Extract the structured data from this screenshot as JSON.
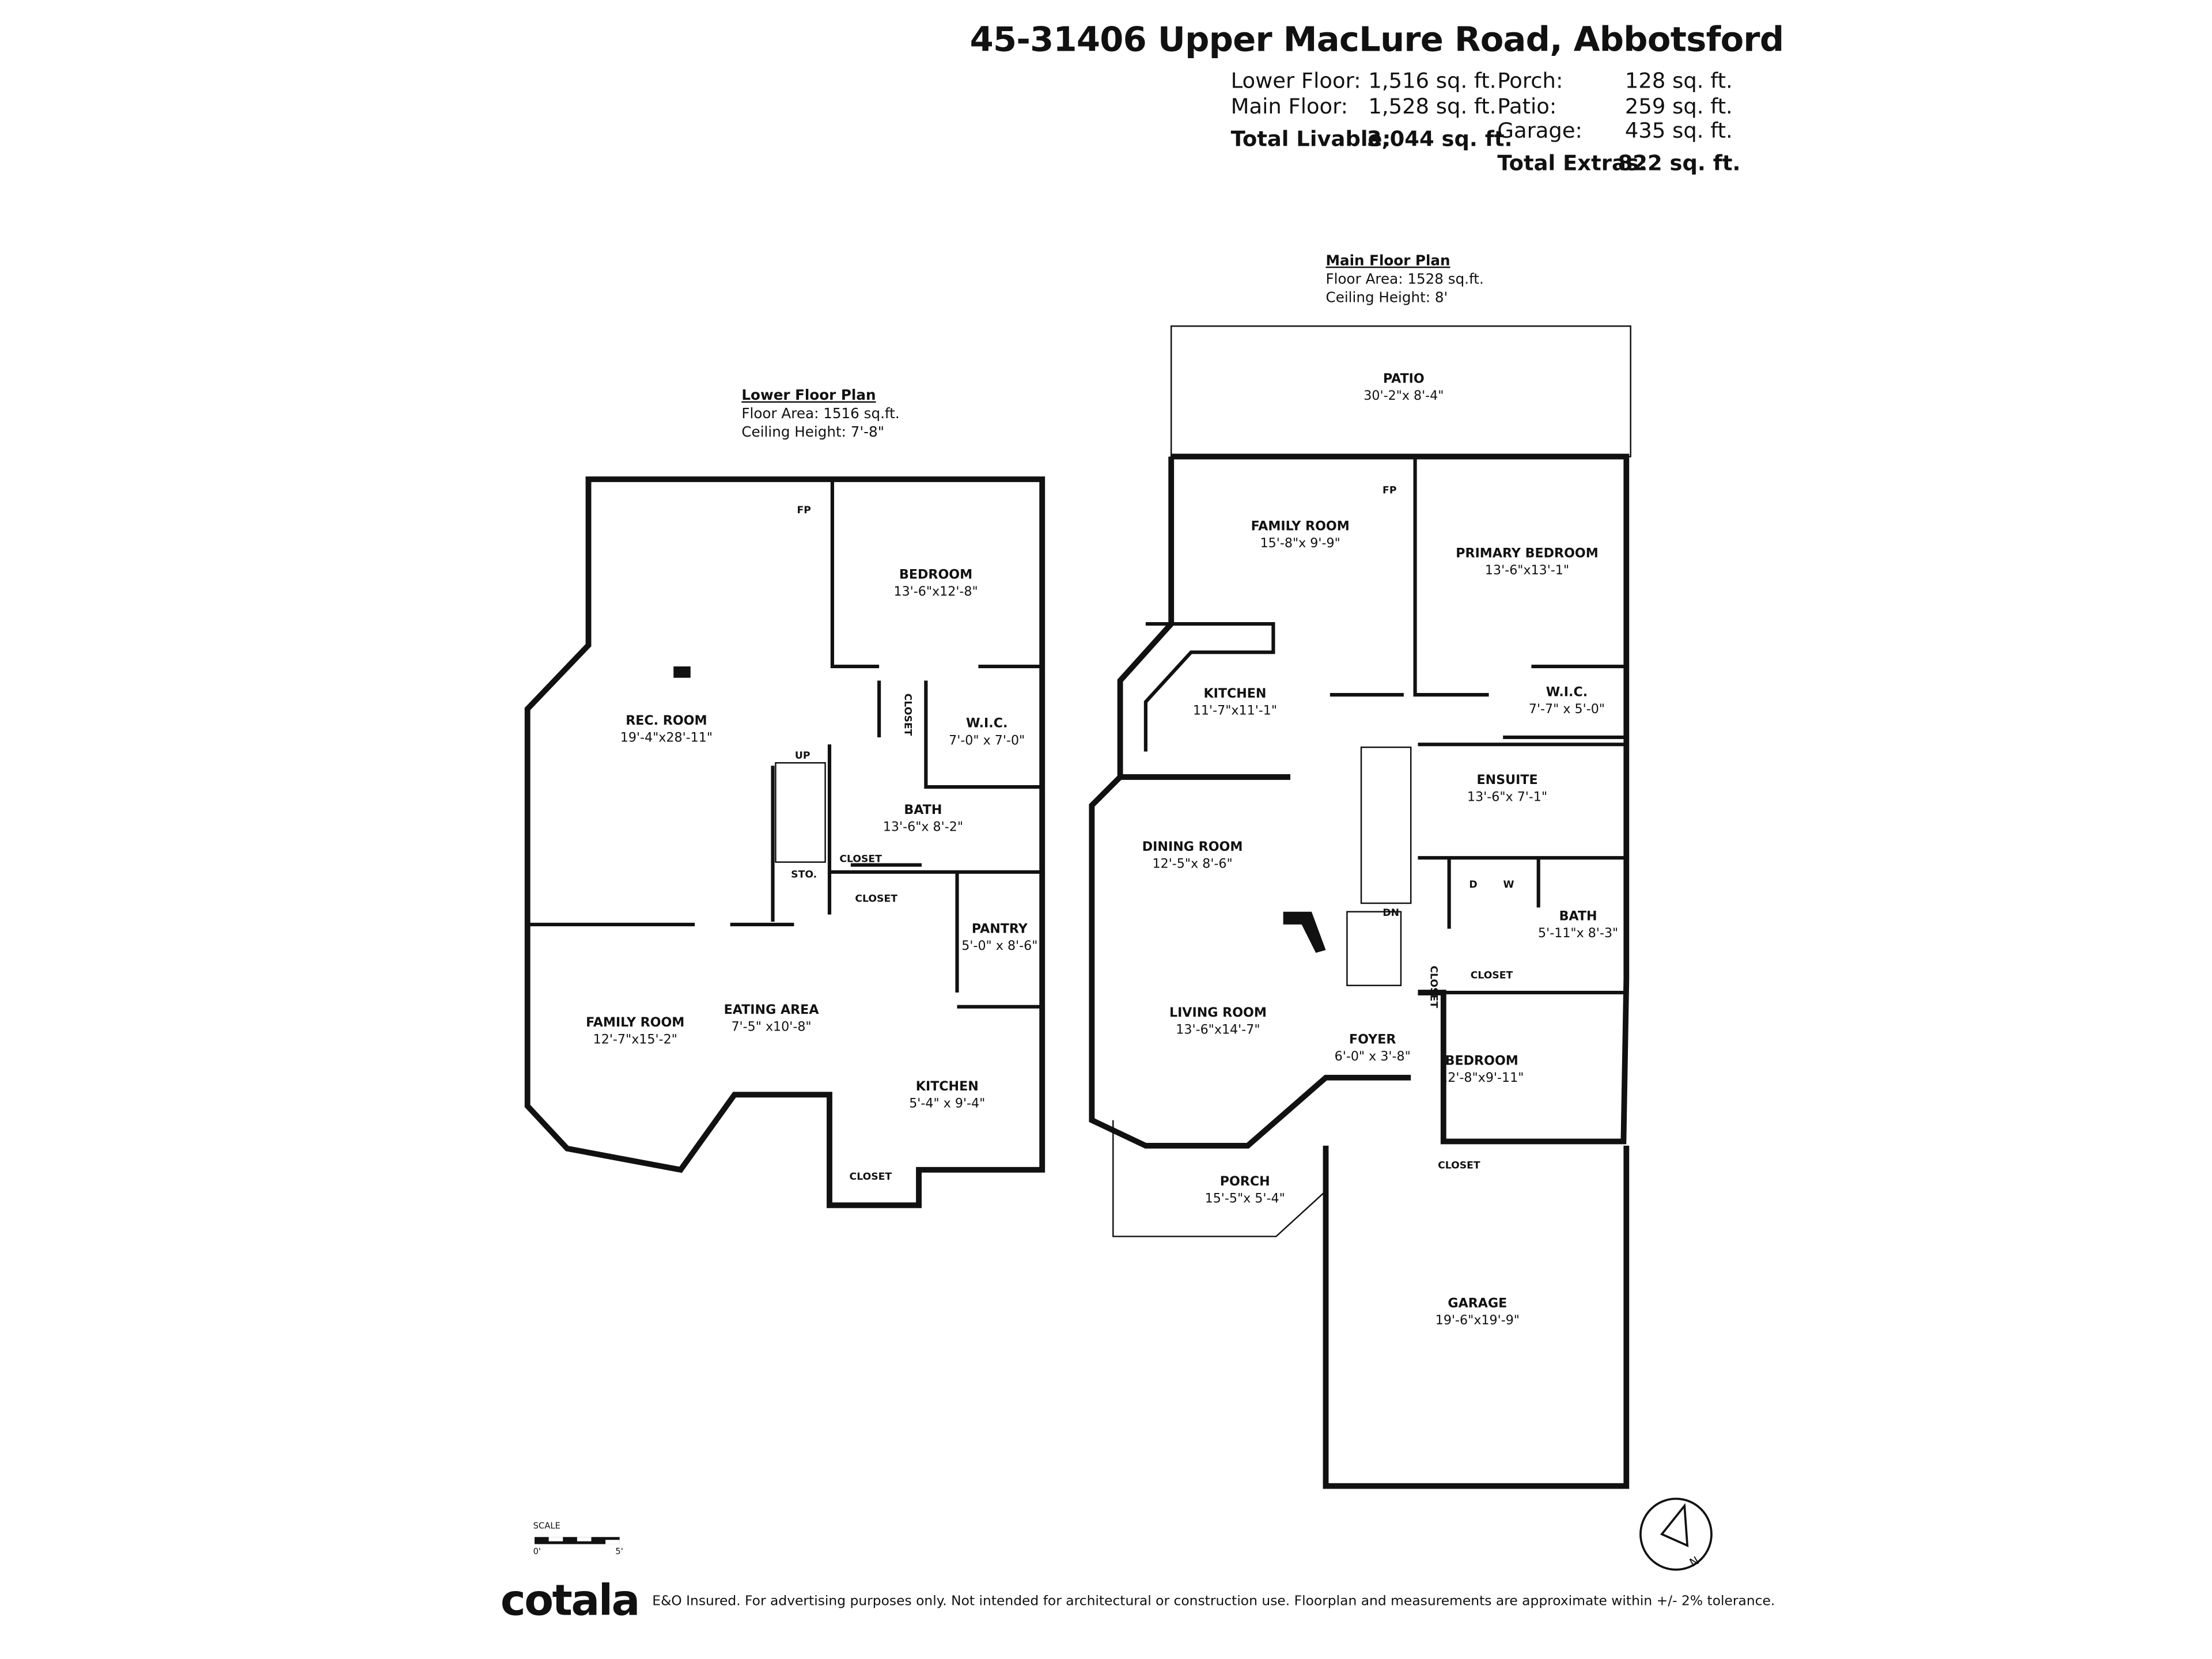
{
  "header": {
    "address": "45-31406 Upper MacLure Road, Abbotsford",
    "livable": [
      {
        "label": "Lower Floor:",
        "value": "1,516 sq. ft."
      },
      {
        "label": "Main Floor:",
        "value": "1,528 sq. ft."
      }
    ],
    "total_livable": {
      "label": "Total Livable:",
      "value": "3,044 sq. ft."
    },
    "extras": [
      {
        "label": "Porch:",
        "value": "128 sq. ft."
      },
      {
        "label": "Patio:",
        "value": "259 sq. ft."
      },
      {
        "label": "Garage:",
        "value": "435 sq. ft."
      }
    ],
    "total_extras": {
      "label": "Total Extras:",
      "value": "822 sq. ft."
    }
  },
  "lower_floor": {
    "title": "Lower Floor Plan",
    "area": "Floor Area: 1516 sq.ft.",
    "ceiling": "Ceiling Height: 7'-8\"",
    "rooms": [
      {
        "name": "REC. ROOM",
        "dims": "19'-4\"x28'-11\""
      },
      {
        "name": "BEDROOM",
        "dims": "13'-6\"x12'-8\""
      },
      {
        "name": "W.I.C.",
        "dims": "7'-0\" x 7'-0\""
      },
      {
        "name": "BATH",
        "dims": "13'-6\"x 8'-2\""
      },
      {
        "name": "PANTRY",
        "dims": "5'-0\" x 8'-6\""
      },
      {
        "name": "FAMILY ROOM",
        "dims": "12'-7\"x15'-2\""
      },
      {
        "name": "EATING AREA",
        "dims": "7'-5\" x10'-8\""
      },
      {
        "name": "KITCHEN",
        "dims": "5'-4\" x 9'-4\""
      }
    ],
    "small_labels": [
      "FP",
      "CLOSET",
      "CLOSET",
      "CLOSET",
      "CLOSET",
      "STO.",
      "UP"
    ]
  },
  "main_floor": {
    "title": "Main Floor Plan",
    "area": "Floor Area: 1528 sq.ft.",
    "ceiling": "Ceiling Height: 8'",
    "rooms": [
      {
        "name": "PATIO",
        "dims": "30'-2\"x 8'-4\""
      },
      {
        "name": "FAMILY ROOM",
        "dims": "15'-8\"x 9'-9\""
      },
      {
        "name": "PRIMARY BEDROOM",
        "dims": "13'-6\"x13'-1\""
      },
      {
        "name": "KITCHEN",
        "dims": "11'-7\"x11'-1\""
      },
      {
        "name": "W.I.C.",
        "dims": "7'-7\" x 5'-0\""
      },
      {
        "name": "ENSUITE",
        "dims": "13'-6\"x 7'-1\""
      },
      {
        "name": "DINING ROOM",
        "dims": "12'-5\"x 8'-6\""
      },
      {
        "name": "BATH",
        "dims": "5'-11\"x 8'-3\""
      },
      {
        "name": "LIVING ROOM",
        "dims": "13'-6\"x14'-7\""
      },
      {
        "name": "FOYER",
        "dims": "6'-0\" x 3'-8\""
      },
      {
        "name": "BEDROOM",
        "dims": "12'-8\"x9'-11\""
      },
      {
        "name": "PORCH",
        "dims": "15'-5\"x 5'-4\""
      },
      {
        "name": "GARAGE",
        "dims": "19'-6\"x19'-9\""
      }
    ],
    "small_labels": [
      "FP",
      "CLOSET",
      "CLOSET",
      "CLOSET",
      "D",
      "W",
      "DN"
    ]
  },
  "scale": {
    "label": "SCALE",
    "start": "0'",
    "end": "5'"
  },
  "compass": {
    "label": "N",
    "icon": "north-arrow-icon"
  },
  "footer": {
    "logo": "cotala",
    "disclaimer": "E&O Insured. For advertising purposes only. Not intended for architectural or construction use. Floorplan and measurements are approximate within +/- 2% tolerance."
  }
}
